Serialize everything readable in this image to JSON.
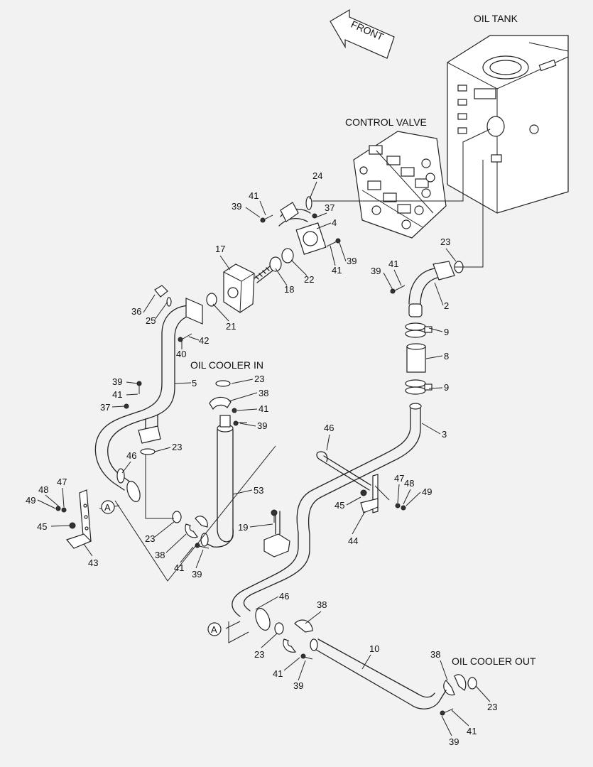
{
  "captions": {
    "front": "FRONT",
    "oil_tank": "OIL TANK",
    "control_valve": "CONTROL VALVE",
    "oil_cooler_in": "OIL COOLER IN",
    "oil_cooler_out": "OIL COOLER OUT"
  },
  "view_ref": "A",
  "callouts": [
    "24",
    "41",
    "39",
    "37",
    "4",
    "39",
    "41",
    "17",
    "18",
    "22",
    "23",
    "41",
    "39",
    "2",
    "36",
    "25",
    "21",
    "9",
    "8",
    "9",
    "3",
    "42",
    "40",
    "5",
    "39",
    "41",
    "37",
    "23",
    "38",
    "41",
    "39",
    "46",
    "23",
    "46",
    "47",
    "48",
    "49",
    "53",
    "47",
    "48",
    "49",
    "45",
    "45",
    "44",
    "43",
    "19",
    "23",
    "38",
    "41",
    "39",
    "46",
    "38",
    "23",
    "41",
    "39",
    "10",
    "38",
    "23",
    "41",
    "39"
  ]
}
